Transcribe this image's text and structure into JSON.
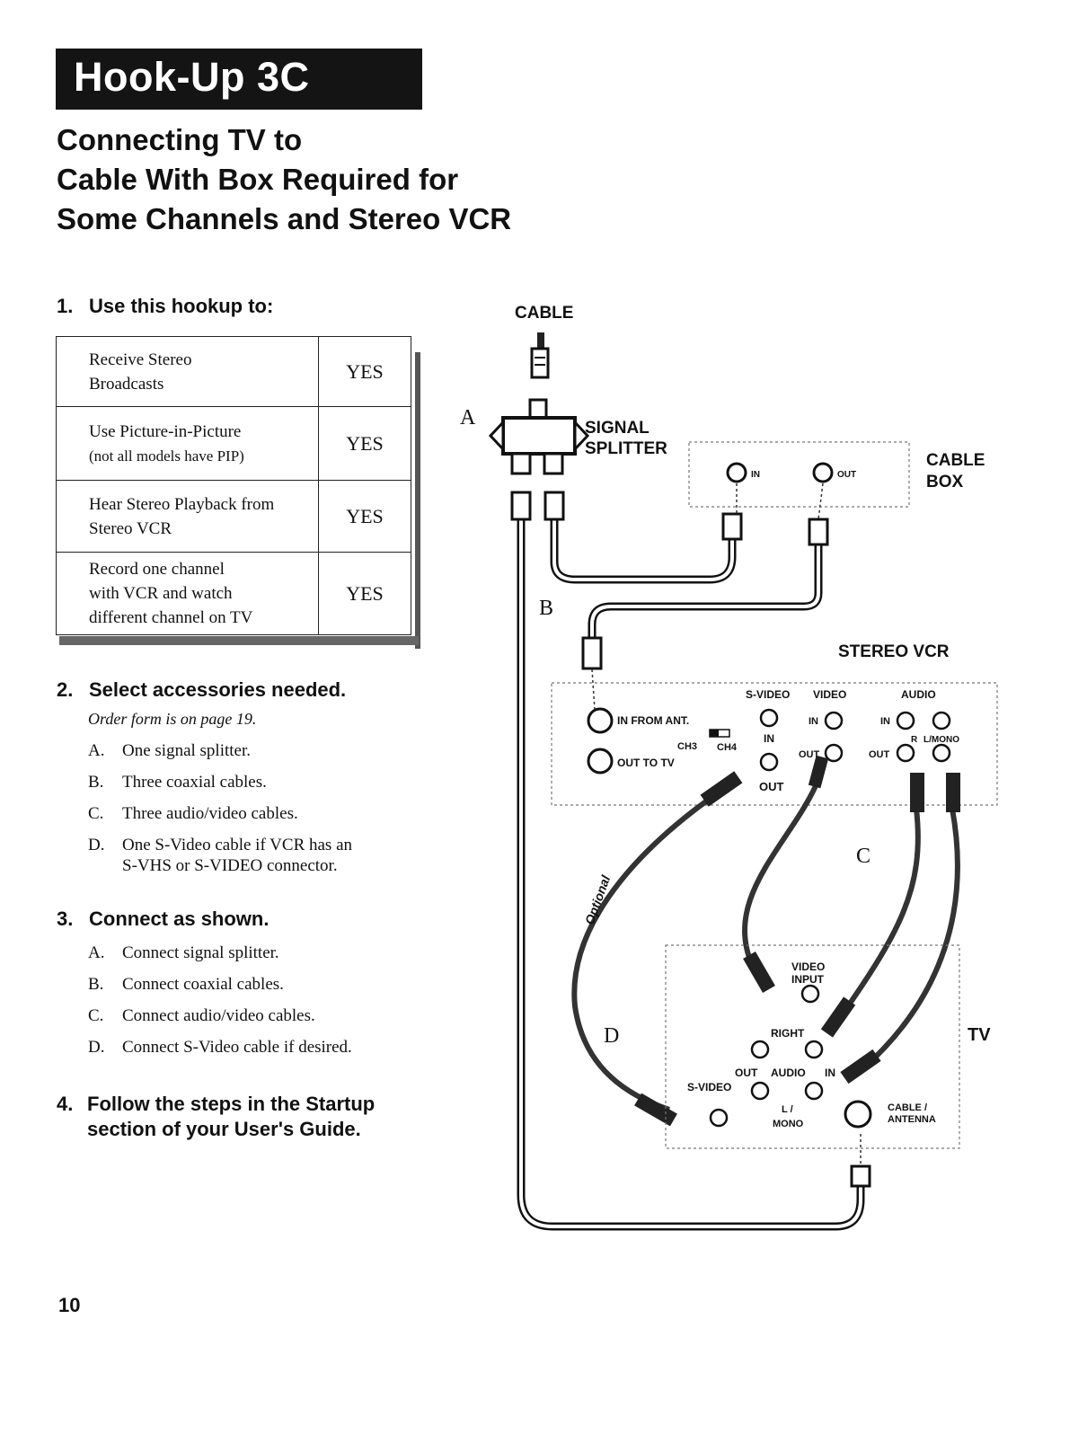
{
  "header": {
    "banner": "Hook-Up 3C",
    "title_lines": [
      "Connecting TV to",
      "Cable With Box Required for",
      "Some Channels and Stereo VCR"
    ]
  },
  "step1": {
    "num": "1.",
    "heading": "Use this hookup to:",
    "rows": [
      {
        "lines": [
          "Receive Stereo",
          "Broadcasts"
        ],
        "answer": "YES"
      },
      {
        "lines": [
          "Use Picture-in-Picture",
          "(not all models have PIP)"
        ],
        "answer": "YES"
      },
      {
        "lines": [
          "Hear  Stereo Playback from",
          "Stereo VCR"
        ],
        "answer": "YES"
      },
      {
        "lines": [
          "Record one channel",
          "with VCR and watch",
          "different channel on TV"
        ],
        "answer": "YES"
      }
    ]
  },
  "step2": {
    "num": "2.",
    "heading": "Select accessories needed.",
    "note": "Order form is on page 19.",
    "items": [
      {
        "key": "A.",
        "lines": [
          "One signal splitter."
        ]
      },
      {
        "key": "B.",
        "lines": [
          "Three coaxial cables."
        ]
      },
      {
        "key": "C.",
        "lines": [
          "Three audio/video cables."
        ]
      },
      {
        "key": "D.",
        "lines": [
          "One S-Video cable if VCR has an",
          "S-VHS or S-VIDEO connector."
        ]
      }
    ]
  },
  "step3": {
    "num": "3.",
    "heading": "Connect as shown.",
    "items": [
      {
        "key": "A.",
        "lines": [
          "Connect signal splitter."
        ]
      },
      {
        "key": "B.",
        "lines": [
          "Connect coaxial cables."
        ]
      },
      {
        "key": "C.",
        "lines": [
          "Connect audio/video cables."
        ]
      },
      {
        "key": "D.",
        "lines": [
          "Connect S-Video cable if desired."
        ]
      }
    ]
  },
  "step4": {
    "num": "4.",
    "heading_lines": [
      "Follow the steps in the Startup",
      "section of your User's Guide."
    ]
  },
  "diagram": {
    "cable": "CABLE",
    "letter_a": "A",
    "letter_b": "B",
    "letter_c": "C",
    "letter_d": "D",
    "splitter_lines": [
      "SIGNAL",
      "SPLITTER"
    ],
    "cable_box_lines": [
      "CABLE",
      "BOX"
    ],
    "box_in": "IN",
    "box_out": "OUT",
    "vcr_title": "STEREO VCR",
    "vcr_in_from_ant": "IN FROM ANT.",
    "vcr_out_to_tv": "OUT TO TV",
    "vcr_ch3": "CH3",
    "vcr_ch4": "CH4",
    "vcr_svideo": "S-VIDEO",
    "vcr_video": "VIDEO",
    "vcr_audio": "AUDIO",
    "vcr_in": "IN",
    "vcr_out": "OUT",
    "vcr_r": "R",
    "vcr_lmono": "L/MONO",
    "optional": "Optional",
    "tv_label": "TV",
    "tv_video_input_lines": [
      "VIDEO",
      "INPUT"
    ],
    "tv_right": "RIGHT",
    "tv_out": "OUT",
    "tv_audio": "AUDIO",
    "tv_in": "IN",
    "tv_svideo": "S-VIDEO",
    "tv_l": "L /",
    "tv_mono": "MONO",
    "tv_cable_antenna_lines": [
      "CABLE /",
      "ANTENNA"
    ]
  },
  "footer": {
    "page_number": "10"
  }
}
